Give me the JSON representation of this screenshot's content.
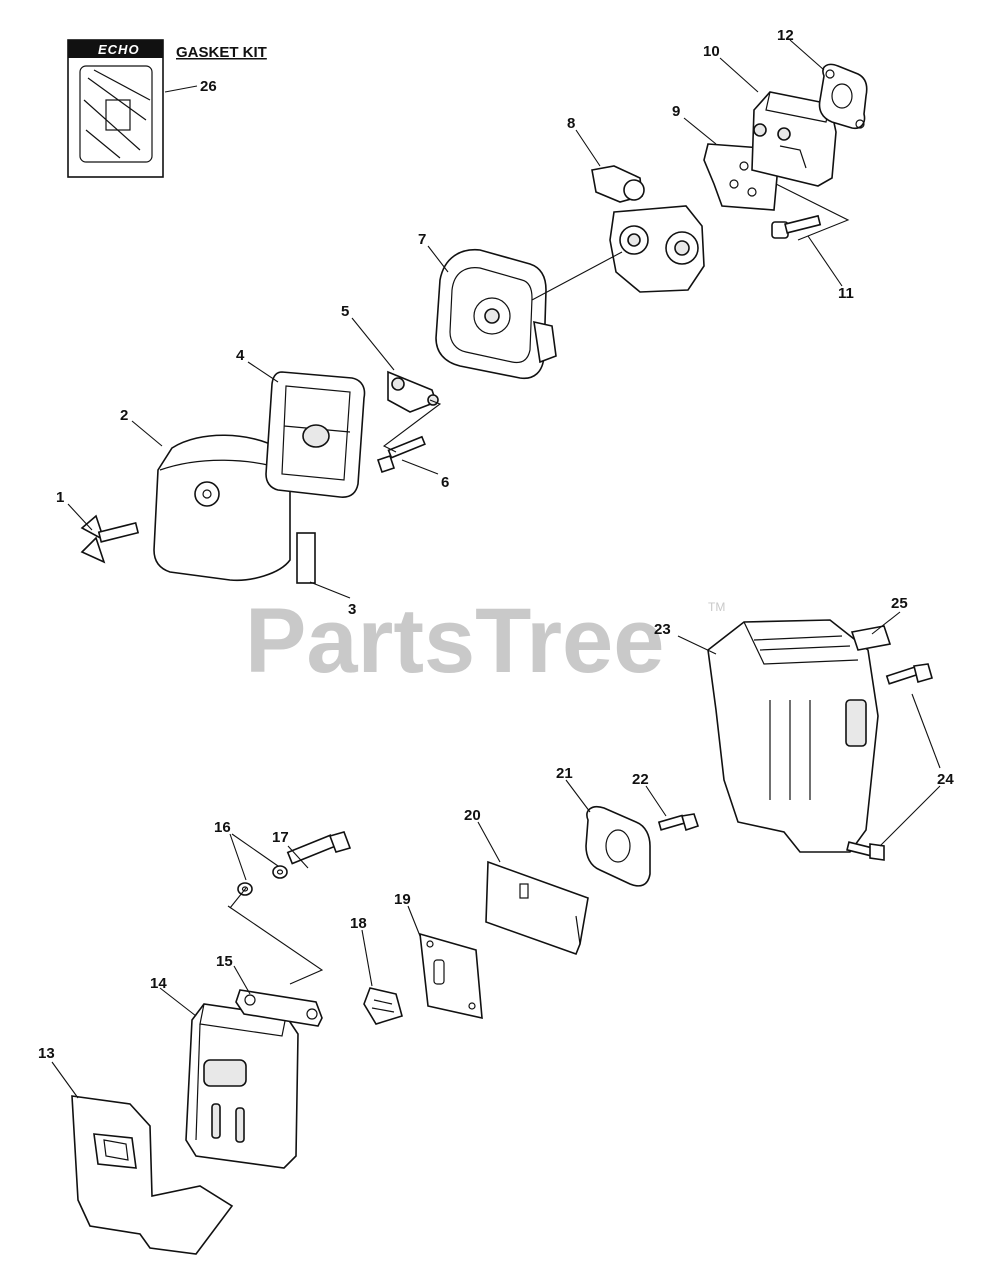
{
  "kit": {
    "brand": "ECHO",
    "title": "GASKET KIT",
    "number": "26"
  },
  "watermark": {
    "text": "PartsTree",
    "mark": "TM"
  },
  "callouts": [
    "1",
    "2",
    "3",
    "4",
    "5",
    "6",
    "7",
    "8",
    "9",
    "10",
    "11",
    "12",
    "13",
    "14",
    "15",
    "16",
    "17",
    "18",
    "19",
    "20",
    "21",
    "22",
    "23",
    "24",
    "25"
  ]
}
